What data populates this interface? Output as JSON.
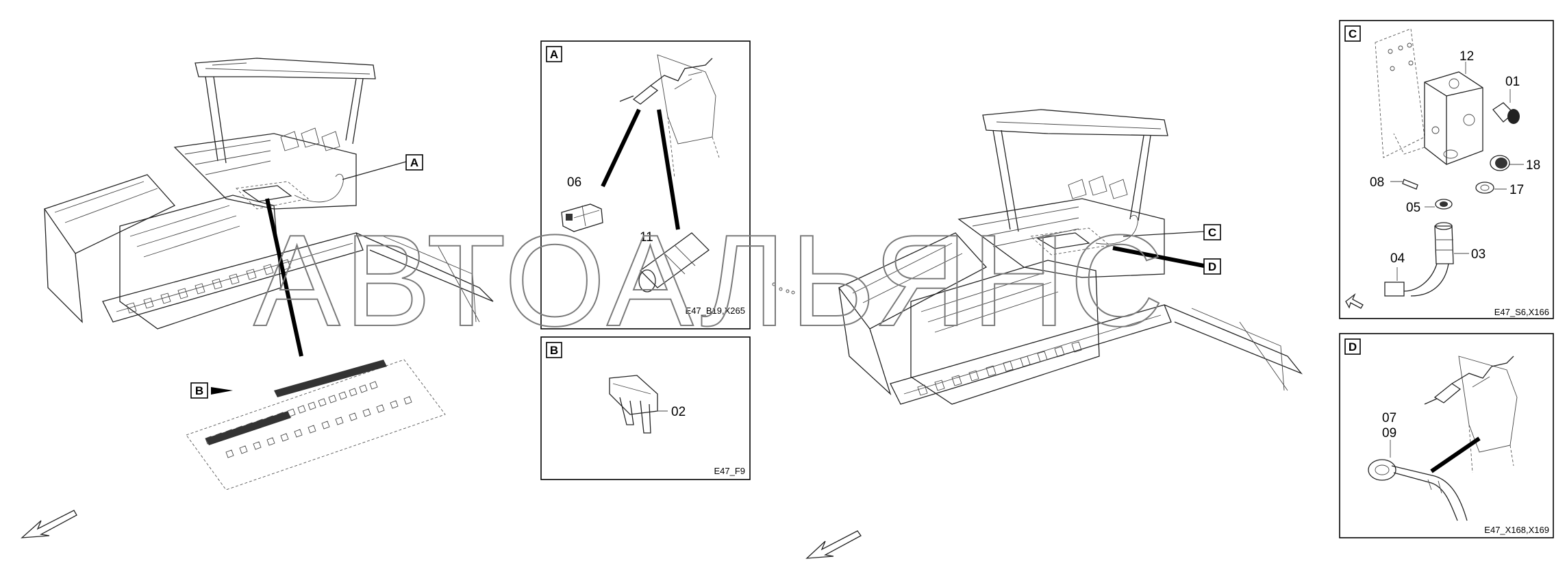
{
  "watermark": "АВТОАЛЬЯНС",
  "callouts": {
    "left_a": "A",
    "left_b": "B",
    "right_c": "C",
    "right_d": "D"
  },
  "panels": {
    "a": {
      "letter": "A",
      "drawing_id": "E47_B19,X265",
      "parts": [
        "06",
        "11"
      ]
    },
    "b": {
      "letter": "B",
      "drawing_id": "E47_F9",
      "parts": [
        "02"
      ]
    },
    "c": {
      "letter": "C",
      "drawing_id": "E47_S6,X166",
      "parts": [
        "12",
        "01",
        "18",
        "08",
        "17",
        "05",
        "03",
        "04"
      ]
    },
    "d": {
      "letter": "D",
      "drawing_id": "E47_X168,X169",
      "parts": [
        "07",
        "09"
      ]
    }
  },
  "icons": [
    "direction-arrow-icon",
    "view-arrow-icon"
  ]
}
